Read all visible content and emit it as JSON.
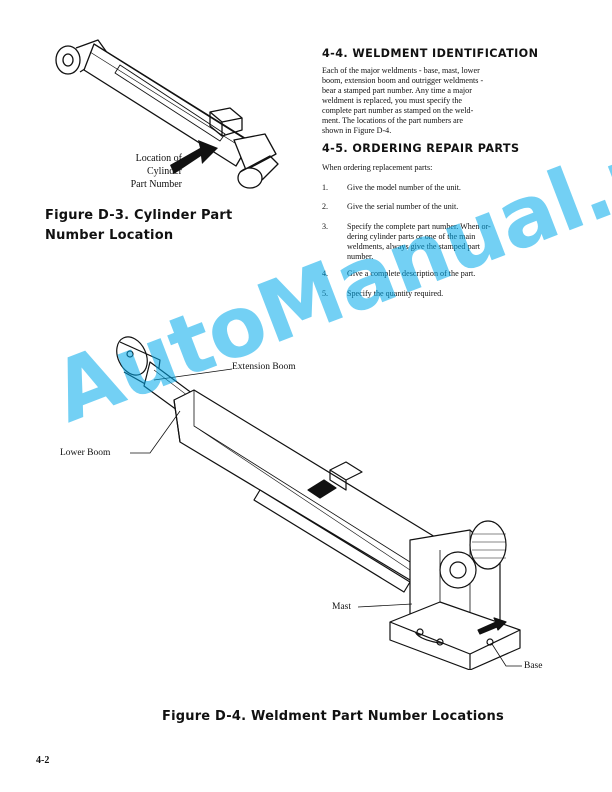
{
  "sections": {
    "identification": {
      "title": "4-4. WELDMENT IDENTIFICATION",
      "lines": [
        "Each of the major weldments - base, mast, lower",
        "boom, extension boom and outrigger weldments -",
        "bear a stamped part number.  Any time a major",
        "weldment is replaced, you must specify the",
        "complete part number as stamped on the weld-",
        "ment.  The locations of the part numbers are",
        "shown in Figure D-4."
      ]
    },
    "ordering": {
      "title": "4-5. ORDERING REPAIR PARTS",
      "intro": "When ordering replacement parts:",
      "items": [
        {
          "num": "1.",
          "lines": [
            "Give the model number of the unit."
          ]
        },
        {
          "num": "2.",
          "lines": [
            "Give the serial number of the unit."
          ]
        },
        {
          "num": "3.",
          "lines": [
            "Specify the complete part number.  When or-",
            "dering cylinder parts or one of the main",
            "weldments, always give the stamped part",
            "number."
          ]
        },
        {
          "num": "4.",
          "lines": [
            "Give a complete description of the part."
          ]
        },
        {
          "num": "5.",
          "lines": [
            "Specify the quantity required."
          ]
        }
      ]
    }
  },
  "figure_d3": {
    "callout": [
      "Location of",
      "Cylinder",
      "Part Number"
    ],
    "caption": [
      "Figure D-3. Cylinder Part",
      "Number Location"
    ]
  },
  "figure_d4": {
    "labels": {
      "extension_boom": "Extension Boom",
      "lower_boom": "Lower Boom",
      "mast": "Mast",
      "base": "Base"
    },
    "caption": "Figure D-4. Weldment Part Number Locations"
  },
  "page_number": "4-2",
  "watermark": "AutoManual.net"
}
